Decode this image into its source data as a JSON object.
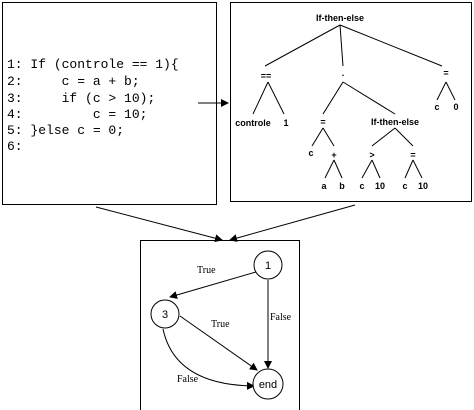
{
  "code": {
    "lines": [
      {
        "num": "1:",
        "text": "If (controle == 1){"
      },
      {
        "num": "2:",
        "text": "    c = a + b;"
      },
      {
        "num": "3:",
        "text": "    if (c > 10);"
      },
      {
        "num": "4:",
        "text": "        c = 10;"
      },
      {
        "num": "5:",
        "text": "}else c = 0;"
      },
      {
        "num": "6:",
        "text": ""
      }
    ]
  },
  "tree": {
    "root": "If-then-else",
    "eq1": "==",
    "dot": ".",
    "eq_right": "=",
    "controle": "controle",
    "one": "1",
    "c_right": "c",
    "zero": "0",
    "assign1": "=",
    "if2": "If-then-else",
    "c_assign1": "c",
    "plus": "+",
    "a": "a",
    "b": "b",
    "gt": ">",
    "c_gt": "c",
    "ten_gt": "10",
    "assign2": "=",
    "c_assign2": "c",
    "ten_assign2": "10"
  },
  "cfg": {
    "node1": "1",
    "node3": "3",
    "node_end": "end",
    "edge_1_3": "True",
    "edge_1_end": "False",
    "edge_3_end_true": "True",
    "edge_3_end_false": "False"
  }
}
